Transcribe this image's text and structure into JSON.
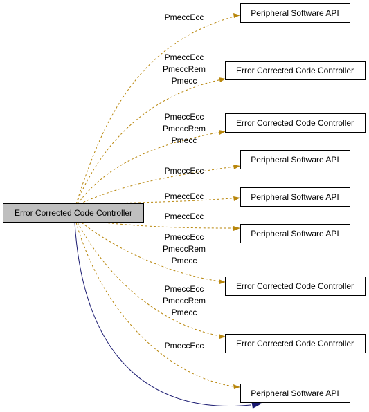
{
  "focus_node": {
    "label": "Error Corrected Code Controller"
  },
  "nodes": [
    {
      "label": "Peripheral Software API"
    },
    {
      "label": "Error Corrected Code Controller"
    },
    {
      "label": "Error Corrected Code Controller"
    },
    {
      "label": "Peripheral Software API"
    },
    {
      "label": "Peripheral Software API"
    },
    {
      "label": "Peripheral Software API"
    },
    {
      "label": "Error Corrected Code Controller"
    },
    {
      "label": "Error Corrected Code Controller"
    },
    {
      "label": "Peripheral Software API"
    }
  ],
  "edges": [
    {
      "style": "dashed",
      "labels": [
        "PmeccEcc"
      ]
    },
    {
      "style": "dashed",
      "labels": [
        "PmeccEcc",
        "PmeccRem",
        "Pmecc"
      ]
    },
    {
      "style": "dashed",
      "labels": [
        "PmeccEcc",
        "PmeccRem",
        "Pmecc"
      ]
    },
    {
      "style": "dashed",
      "labels": [
        "PmeccEcc"
      ]
    },
    {
      "style": "dashed",
      "labels": [
        "PmeccEcc"
      ]
    },
    {
      "style": "dashed",
      "labels": [
        "PmeccEcc"
      ]
    },
    {
      "style": "dashed",
      "labels": [
        "PmeccEcc",
        "PmeccRem",
        "Pmecc"
      ]
    },
    {
      "style": "dashed",
      "labels": [
        "PmeccEcc",
        "PmeccRem",
        "Pmecc"
      ]
    },
    {
      "style": "dashed",
      "labels": [
        "PmeccEcc"
      ]
    },
    {
      "style": "solid",
      "labels": []
    }
  ],
  "colors": {
    "dashed_edge": "#b8860b",
    "solid_edge": "#191970",
    "focus_fill": "#bfbfbf"
  }
}
